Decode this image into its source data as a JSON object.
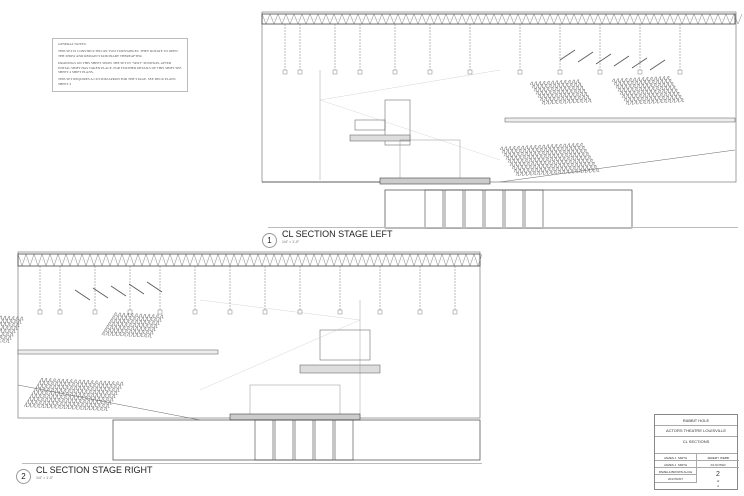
{
  "notes": {
    "heading": "GENERAL NOTES:",
    "items": [
      "THIS SET IS CONSTRUCTED ON TWO TURNTABLES. THEY ROTATE TO OPEN THE SHOW AND REMAIN STATIONARY THEREAFTER.",
      "DRAWINGS ON THIS SHEET SHOW THE SET IN \"SPOT\" POSITION, AFTER INITIAL SHIFT HAS TAKEN PLACE. FOR FURTHER DETAILS OF THIS SHIFT SEE SHEET 4 SHIFT PLANS.",
      "THIS SET REQUIRES A CUSTOM APRON FOR THE STAGE. SEE DECK PLANS SHEET 4"
    ]
  },
  "drawings": [
    {
      "number": "1",
      "title": "CL SECTION STAGE LEFT",
      "scale": "1/4\" = 1'-0\""
    },
    {
      "number": "2",
      "title": "CL SECTION STAGE RIGHT",
      "scale": "1/4\" = 1'-0\""
    }
  ],
  "title_block": {
    "project": "RABBIT HOLE",
    "venue": "ACTORS THEATRE LOUISVILLE",
    "sheet_title": "CL SECTIONS",
    "designer": "JAMES J. SMITH",
    "drawn_by": "JAMES J. SMITH",
    "director": "JEREMY WEBB",
    "scale": "AS NOTED",
    "tech_director": "PAMELA BROWN ALICE",
    "date": "2017/02/07",
    "sheet_number": "2",
    "sheet_of": "of",
    "sheet_total": "4"
  }
}
